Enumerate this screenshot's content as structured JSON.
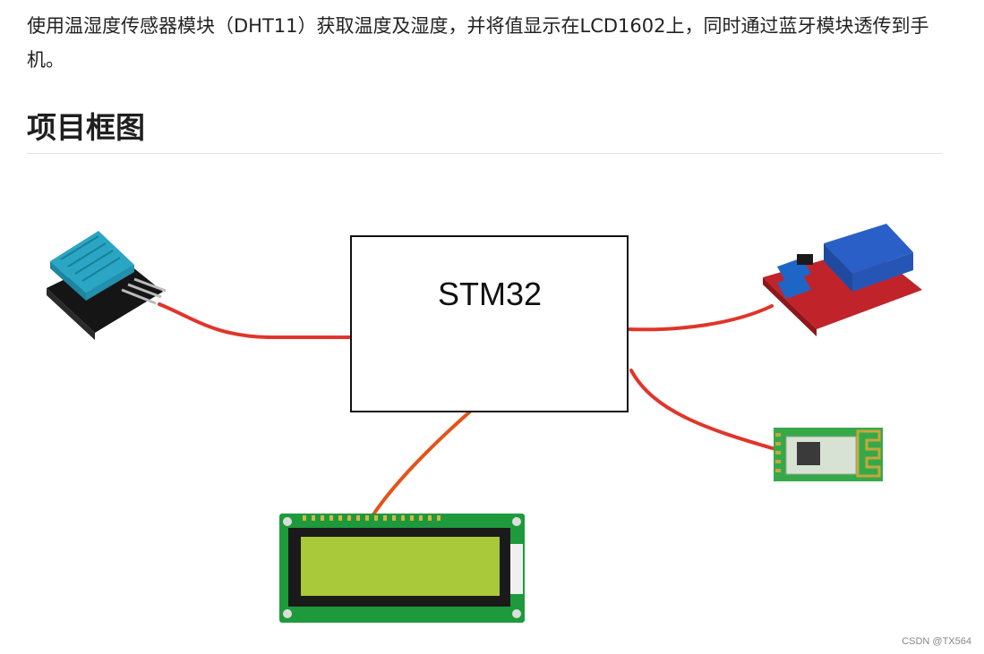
{
  "intro_text": "使用温湿度传感器模块（DHT11）获取温度及湿度，并将值显示在LCD1602上，同时通过蓝牙模块透传到手机。",
  "section_heading": "项目框图",
  "diagram": {
    "mcu_label": "STM32",
    "colors": {
      "wire": "#e0352b",
      "wire_lcd": "#e25418",
      "box_border": "#111111"
    }
  },
  "watermark": "CSDN @TX564"
}
